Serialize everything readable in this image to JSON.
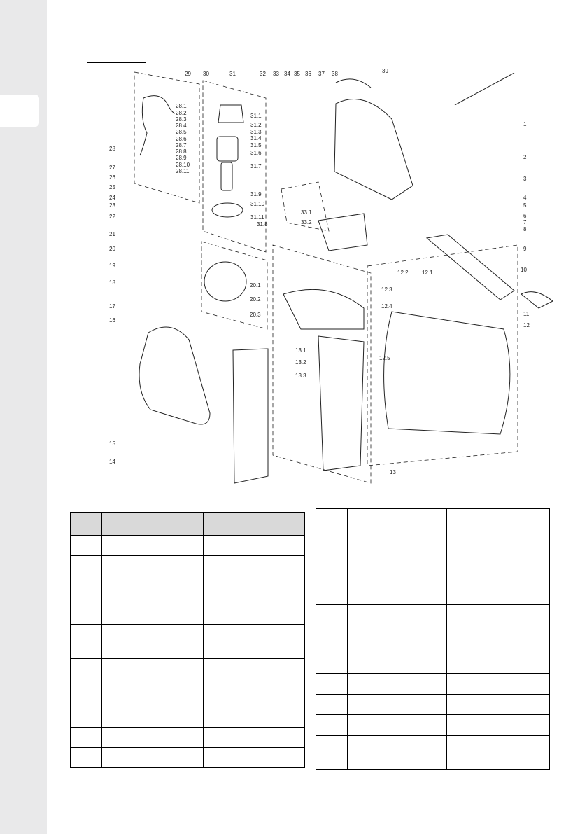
{
  "labels": {
    "top": [
      "29",
      "30",
      "31",
      "32",
      "33",
      "35",
      "36",
      "37",
      "38",
      "39"
    ],
    "sub28": [
      "28.1",
      "28.2",
      "28.3",
      "28.4",
      "28.5",
      "28.6",
      "28.7",
      "28.8",
      "28.9",
      "28.10",
      "28.11"
    ],
    "sub31": [
      "31.1",
      "31.2",
      "31.3",
      "31.4",
      "31.5",
      "31.6",
      "31.7",
      "31.9",
      "31.10",
      "31.11",
      "31.8"
    ],
    "left": [
      "28",
      "27",
      "26",
      "25",
      "24",
      "23",
      "22",
      "21",
      "20",
      "19",
      "18",
      "17",
      "16",
      "15",
      "14"
    ],
    "right": [
      "1",
      "2",
      "3",
      "4",
      "5",
      "6",
      "7",
      "8",
      "9",
      "10",
      "11",
      "12"
    ],
    "fan": [
      "20.1",
      "20.2",
      "20.3"
    ],
    "tube": [
      "13.1",
      "13.2",
      "13.3",
      "13"
    ],
    "bag": [
      "12.2",
      "12.1",
      "12.3",
      "12.4",
      "12.5"
    ],
    "small": [
      "33.1",
      "33.2",
      "34"
    ]
  },
  "tables": {
    "left": {
      "rows": [
        [
          "",
          "",
          ""
        ],
        [
          "",
          "",
          ""
        ],
        [
          "",
          "",
          ""
        ],
        [
          "",
          "",
          ""
        ],
        [
          "",
          "",
          ""
        ],
        [
          "",
          "",
          ""
        ],
        [
          "",
          "",
          ""
        ],
        [
          "",
          "",
          ""
        ],
        [
          "",
          "",
          ""
        ]
      ]
    },
    "right": {
      "rows": [
        [
          "",
          "",
          ""
        ],
        [
          "",
          "",
          ""
        ],
        [
          "",
          "",
          ""
        ],
        [
          "",
          "",
          ""
        ],
        [
          "",
          "",
          ""
        ],
        [
          "",
          "",
          ""
        ],
        [
          "",
          "",
          ""
        ],
        [
          "",
          "",
          ""
        ],
        [
          "",
          "",
          ""
        ],
        [
          "",
          "",
          ""
        ]
      ]
    }
  }
}
